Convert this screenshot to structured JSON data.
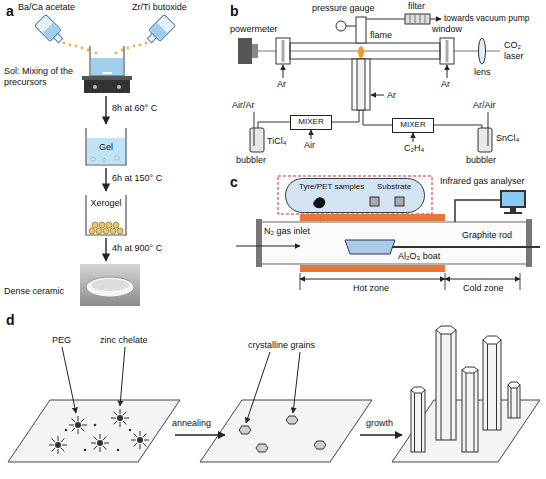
{
  "diagram": {
    "nodes": [
      {
        "text": [
          "Sol: Mixing of the precursors"
        ]
      },
      {
        "text": [
          "Gel"
        ]
      },
      {
        "text": [
          "Xerogel"
        ]
      },
      {
        "text": [
          "Dense ceramic"
        ]
      },
      {
        "text": [
          "MIXER"
        ]
      },
      {
        "text": [
          "MIXER"
        ]
      },
      {
        "text": [
          "Tyre/PET samples",
          "Substrate"
        ]
      }
    ],
    "edges": [
      {
        "from": 0,
        "to": 1,
        "arrow": "to",
        "label": "8h at 60° C"
      },
      {
        "from": 1,
        "to": 2,
        "arrow": "to",
        "label": "6h at 150° C"
      },
      {
        "from": 2,
        "to": 3,
        "arrow": "to",
        "label": "4h at 900° C"
      }
    ],
    "labels": [
      "a",
      "Ba/Ca acetate",
      "Zr/Ti butoxide",
      "b",
      "pressure gauge",
      "filter",
      "towards vacuum pump",
      "powermeter",
      "flame",
      "window",
      "CO₂ laser",
      "lens",
      "Ar",
      "Ar",
      "Ar",
      "Air/Ar",
      "Air",
      "bubbler",
      "TiCl₄",
      "C₂H₄",
      "Ar/Air",
      "SnCl₄",
      "bubbler",
      "c",
      "Infrared gas analyser",
      "N₂ gas inlet",
      "Al₂O₃ boat",
      "Graphite rod",
      "Hot zone",
      "Cold zone",
      "d",
      "PEG",
      "zinc chelate",
      "crystalline grains",
      "annealing",
      "growth"
    ]
  }
}
